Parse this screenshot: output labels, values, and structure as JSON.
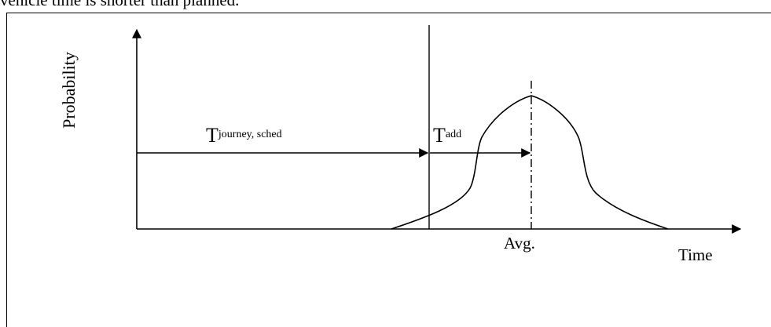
{
  "top_text": "vehicle time is shorter than planned.",
  "labels": {
    "y_axis": "Probability",
    "x_axis": "Time",
    "avg": "Avg.",
    "t_journey_main": "T",
    "t_journey_sup": "journey, sched",
    "t_add_main": "T",
    "t_add_sup": "add"
  },
  "colors": {
    "line": "#000000",
    "background": "#ffffff"
  }
}
